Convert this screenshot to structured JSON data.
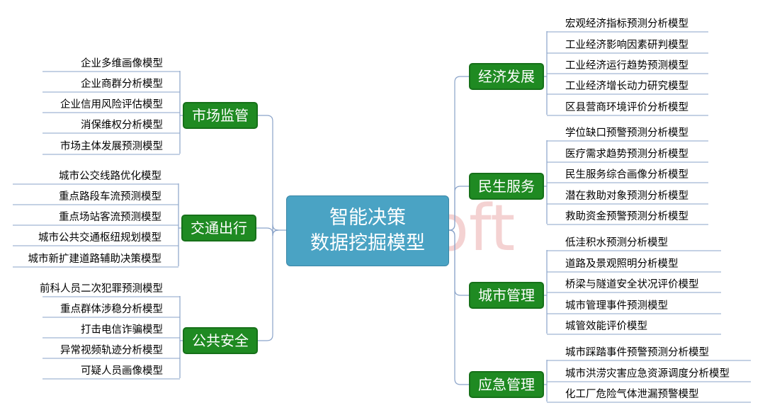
{
  "center": {
    "line1": "智能决策",
    "line2": "数据挖掘模型"
  },
  "left_branches": [
    {
      "label": "市场监管",
      "items": [
        "企业多维画像模型",
        "企业商群分析模型",
        "企业信用风险评估模型",
        "消保维权分析模型",
        "市场主体发展预测模型"
      ]
    },
    {
      "label": "交通出行",
      "items": [
        "城市公交线路优化模型",
        "重点路段车流预测模型",
        "重点场站客流预测模型",
        "城市公共交通枢纽规划模型",
        "城市新扩建道路辅助决策模型"
      ]
    },
    {
      "label": "公共安全",
      "items": [
        "前科人员二次犯罪预测模型",
        "重点群体涉稳分析模型",
        "打击电信诈骗模型",
        "异常视频轨迹分析模型",
        "可疑人员画像模型"
      ]
    }
  ],
  "right_branches": [
    {
      "label": "经济发展",
      "items": [
        "宏观经济指标预测分析模型",
        "工业经济影响因素研判模型",
        "工业经济运行趋势预测模型",
        "工业经济增长动力研究模型",
        "区县营商环境评价分析模型"
      ]
    },
    {
      "label": "民生服务",
      "items": [
        "学位缺口预警预测分析模型",
        "医疗需求趋势预测分析模型",
        "民生服务综合画像分析模型",
        "潜在救助对象预测分析模型",
        "救助资金预警预测分析模型"
      ]
    },
    {
      "label": "城市管理",
      "items": [
        "低洼积水预测分析模型",
        "道路及景观照明分析模型",
        "桥梁与隧道安全状况评价模型",
        "城市管理事件预测模型",
        "城管效能评价模型"
      ]
    },
    {
      "label": "应急管理",
      "items": [
        "城市踩踏事件预警预测分析模型",
        "城市洪涝灾害应急资源调度分析模型",
        "化工厂危险气体泄漏预警模型"
      ]
    }
  ],
  "colors": {
    "center_fill": "#4aa3c4",
    "branch_fill": "#1f8a22",
    "connector": "#8aa3c9"
  },
  "watermark": {
    "text": "soft"
  }
}
